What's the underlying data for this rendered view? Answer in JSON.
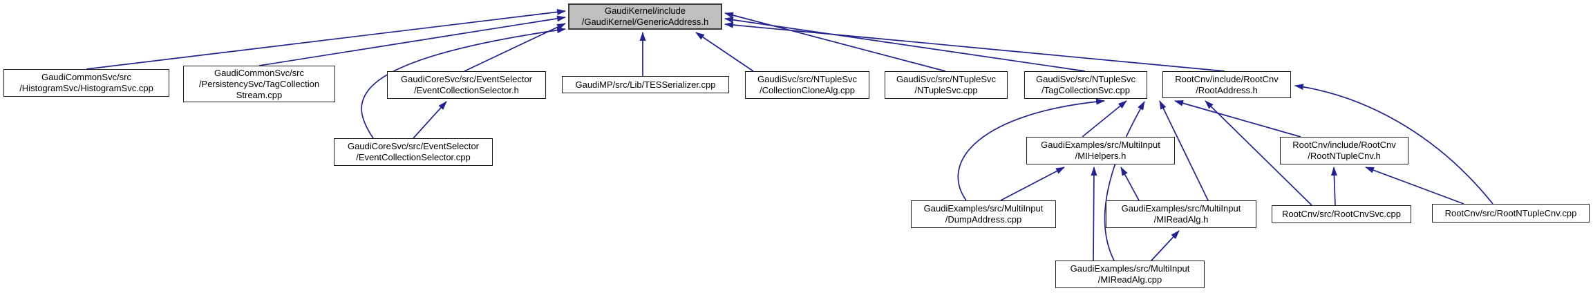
{
  "diagram": {
    "type": "include-dependency-graph",
    "title_node": "GaudiKernel/include/GaudiKernel/GenericAddress.h",
    "edge_color": "#22228e",
    "node_border_color": "#1c1c1c",
    "highlight_fill": "#bfbfbf",
    "background": "#ffffff"
  },
  "nodes": [
    {
      "id": "generic",
      "highlight": true,
      "label": [
        "GaudiKernel/include",
        "/GaudiKernel/GenericAddress.h"
      ]
    },
    {
      "id": "histogram",
      "highlight": false,
      "label": [
        "GaudiCommonSvc/src",
        "/HistogramSvc/HistogramSvc.cpp"
      ]
    },
    {
      "id": "tagstream",
      "highlight": false,
      "label": [
        "GaudiCommonSvc/src",
        "/PersistencySvc/TagCollection",
        "Stream.cpp"
      ]
    },
    {
      "id": "evcolsel-h",
      "highlight": false,
      "label": [
        "GaudiCoreSvc/src/EventSelector",
        "/EventCollectionSelector.h"
      ]
    },
    {
      "id": "tesserializer",
      "highlight": false,
      "label": [
        "GaudiMP/src/Lib/TESSerializer.cpp"
      ]
    },
    {
      "id": "collclone",
      "highlight": false,
      "label": [
        "GaudiSvc/src/NTupleSvc",
        "/CollectionCloneAlg.cpp"
      ]
    },
    {
      "id": "ntuplesvc",
      "highlight": false,
      "label": [
        "GaudiSvc/src/NTupleSvc",
        "/NTupleSvc.cpp"
      ]
    },
    {
      "id": "tagcollsvc",
      "highlight": false,
      "label": [
        "GaudiSvc/src/NTupleSvc",
        "/TagCollectionSvc.cpp"
      ]
    },
    {
      "id": "rootaddr",
      "highlight": false,
      "label": [
        "RootCnv/include/RootCnv",
        "/RootAddress.h"
      ]
    },
    {
      "id": "evcolsel-cpp",
      "highlight": false,
      "label": [
        "GaudiCoreSvc/src/EventSelector",
        "/EventCollectionSelector.cpp"
      ]
    },
    {
      "id": "mihelpers",
      "highlight": false,
      "label": [
        "GaudiExamples/src/MultiInput",
        "/MIHelpers.h"
      ]
    },
    {
      "id": "rootntuple-h",
      "highlight": false,
      "label": [
        "RootCnv/include/RootCnv",
        "/RootNTupleCnv.h"
      ]
    },
    {
      "id": "dumpaddr",
      "highlight": false,
      "label": [
        "GaudiExamples/src/MultiInput",
        "/DumpAddress.cpp"
      ]
    },
    {
      "id": "mireadalg-h",
      "highlight": false,
      "label": [
        "GaudiExamples/src/MultiInput",
        "/MIReadAlg.h"
      ]
    },
    {
      "id": "rootcnvsvc",
      "highlight": false,
      "label": [
        "RootCnv/src/RootCnvSvc.cpp"
      ]
    },
    {
      "id": "rootntuple-cpp",
      "highlight": false,
      "label": [
        "RootCnv/src/RootNTupleCnv.cpp"
      ]
    },
    {
      "id": "mireadalg-cpp",
      "highlight": false,
      "label": [
        "GaudiExamples/src/MultiInput",
        "/MIReadAlg.cpp"
      ]
    }
  ],
  "edges": [
    {
      "from": "histogram",
      "to": "generic"
    },
    {
      "from": "tagstream",
      "to": "generic"
    },
    {
      "from": "evcolsel-h",
      "to": "generic"
    },
    {
      "from": "tesserializer",
      "to": "generic"
    },
    {
      "from": "collclone",
      "to": "generic"
    },
    {
      "from": "ntuplesvc",
      "to": "generic"
    },
    {
      "from": "tagcollsvc",
      "to": "generic"
    },
    {
      "from": "rootaddr",
      "to": "generic"
    },
    {
      "from": "evcolsel-cpp",
      "to": "generic"
    },
    {
      "from": "evcolsel-cpp",
      "to": "evcolsel-h"
    },
    {
      "from": "dumpaddr",
      "to": "rootaddr"
    },
    {
      "from": "mihelpers",
      "to": "rootaddr"
    },
    {
      "from": "mireadalg-cpp",
      "to": "rootaddr"
    },
    {
      "from": "mireadalg-h",
      "to": "rootaddr"
    },
    {
      "from": "rootntuple-h",
      "to": "rootaddr"
    },
    {
      "from": "rootcnvsvc",
      "to": "rootaddr"
    },
    {
      "from": "rootntuple-cpp",
      "to": "rootaddr"
    },
    {
      "from": "dumpaddr",
      "to": "mihelpers"
    },
    {
      "from": "mireadalg-cpp",
      "to": "mihelpers"
    },
    {
      "from": "mireadalg-h",
      "to": "mihelpers"
    },
    {
      "from": "rootcnvsvc",
      "to": "rootntuple-h"
    },
    {
      "from": "rootntuple-cpp",
      "to": "rootntuple-h"
    },
    {
      "from": "mireadalg-cpp",
      "to": "mireadalg-h"
    }
  ]
}
